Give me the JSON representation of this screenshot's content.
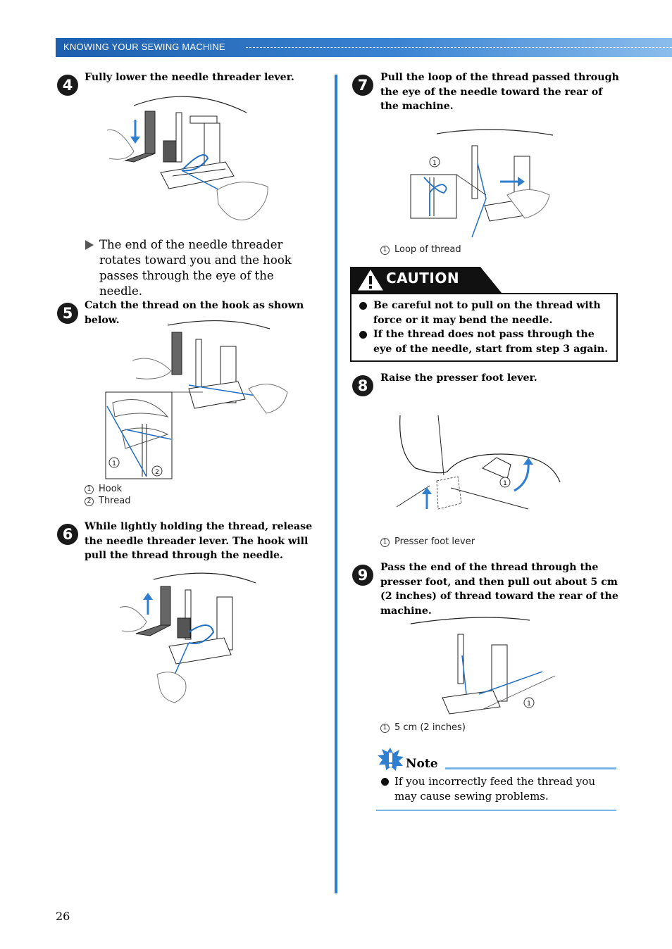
{
  "header": {
    "title": "KNOWING YOUR SEWING MACHINE"
  },
  "steps": [
    {
      "number": "4",
      "title": "Fully lower the needle threader lever.",
      "result": "The end of the needle threader rotates toward you and the hook passes through the eye of the needle."
    },
    {
      "number": "5",
      "title": "Catch the thread on the hook as shown below.",
      "legend": [
        {
          "num": "1",
          "label": "Hook"
        },
        {
          "num": "2",
          "label": "Thread"
        }
      ]
    },
    {
      "number": "6",
      "title": "While lightly holding the thread, release the needle threader lever. The hook will pull the thread through the needle."
    },
    {
      "number": "7",
      "title": "Pull the loop of the thread passed through the eye of the needle toward the rear of the machine.",
      "legend": [
        {
          "num": "1",
          "label": "Loop of thread"
        }
      ]
    },
    {
      "number": "8",
      "title": "Raise the presser foot lever.",
      "legend": [
        {
          "num": "1",
          "label": "Presser foot lever"
        }
      ]
    },
    {
      "number": "9",
      "title": "Pass the end of the thread through the presser foot, and then pull out about 5 cm (2 inches) of thread toward the rear of the machine.",
      "legend": [
        {
          "num": "1",
          "label": "5 cm (2 inches)"
        }
      ]
    }
  ],
  "caution": {
    "title": "CAUTION",
    "items": [
      "Be careful not to pull on the thread with force or it may bend the needle.",
      "If the thread does not pass through the eye of the needle, start from step 3 again."
    ]
  },
  "note": {
    "title": "Note",
    "items": [
      "If you incorrectly feed the thread you may cause sewing problems."
    ]
  },
  "page_number": "26",
  "colors": {
    "accent": "#2f7fd1",
    "thread": "#1f6fc6",
    "text": "#000000"
  },
  "icons": {
    "caution": "warning-triangle-icon",
    "note": "note-burst-icon"
  }
}
